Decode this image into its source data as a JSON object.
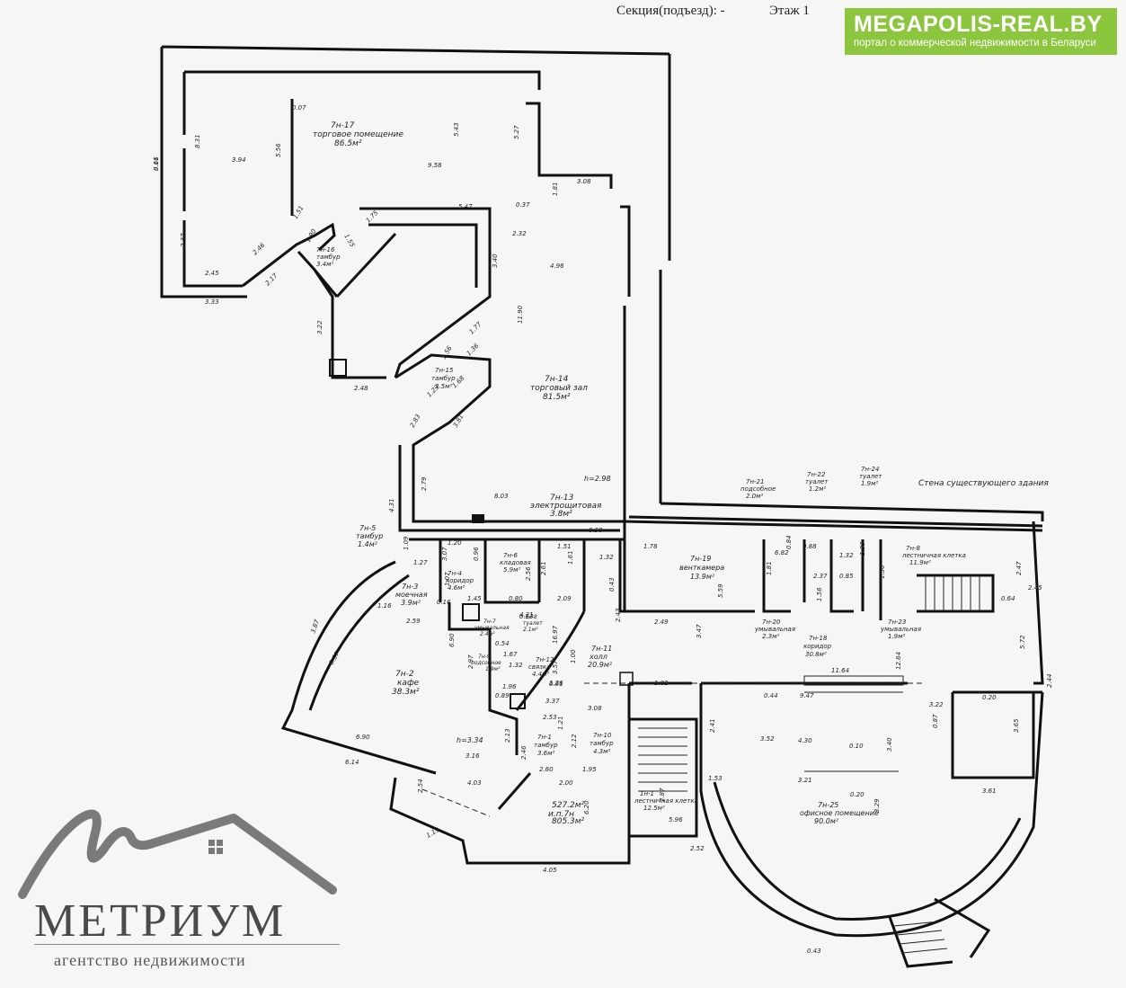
{
  "header": {
    "section": "Секция(подъезд): -",
    "floor": "Этаж 1"
  },
  "badge": {
    "title": "MEGAPOLIS-REAL.BY",
    "subtitle": "портал о коммерческой недвижимости в Беларуси",
    "color": "#8cc63f"
  },
  "logo": {
    "name": "МЕТРИУМ",
    "tagline": "агентство недвижимости"
  },
  "rooms": [
    {
      "id": "7н-17",
      "name": "торговое помещение",
      "area": "86.5м²"
    },
    {
      "id": "7н-16",
      "name": "тамбур",
      "area": "3.4м²"
    },
    {
      "id": "7н-15",
      "name": "тамбур",
      "area": "3.5м²"
    },
    {
      "id": "7н-14",
      "name": "торговый зал",
      "area": "81.5м²"
    },
    {
      "id": "7н-13",
      "name": "электрощитовая",
      "area": "3.8м²"
    },
    {
      "id": "7н-5",
      "name": "тамбур",
      "area": "1.4м²"
    },
    {
      "id": "7н-4",
      "name": "коридор",
      "area": "4.6м²"
    },
    {
      "id": "7н-6",
      "name": "кладовая",
      "area": "5.9м²"
    },
    {
      "id": "7н-3",
      "name": "моечная",
      "area": "3.9м²"
    },
    {
      "id": "7н-7",
      "name": "умывальная",
      "area": "2.4м²"
    },
    {
      "id": "7н-8",
      "name": "туалет",
      "area": "2.1м²"
    },
    {
      "id": "7н-9",
      "name": "подсобное",
      "area": "1.9м²"
    },
    {
      "id": "7н-12",
      "name": "связка",
      "area": "4.4м²"
    },
    {
      "id": "7н-11",
      "name": "холл",
      "area": "20.9м²"
    },
    {
      "id": "7н-2",
      "name": "кафе",
      "area": "38.3м²"
    },
    {
      "id": "7н-1",
      "name": "тамбур",
      "area": "3.6м²"
    },
    {
      "id": "7н-10",
      "name": "тамбур",
      "area": "4.3м²"
    },
    {
      "id": "7н-19",
      "name": "венткамера",
      "area": "13.9м²"
    },
    {
      "id": "7н-21",
      "name": "подсобное",
      "area": "2.0м²"
    },
    {
      "id": "7н-22",
      "name": "туалет",
      "area": "1.2м²"
    },
    {
      "id": "7н-24",
      "name": "туалет",
      "area": "1.9м²"
    },
    {
      "id": "7н-20",
      "name": "умывальная",
      "area": "2.3м²"
    },
    {
      "id": "7н-18",
      "name": "коридор",
      "area": "30.8м²"
    },
    {
      "id": "7н-23",
      "name": "умывальная",
      "area": "1.9м²"
    },
    {
      "id": "7н-8",
      "name": "лестничная клетка",
      "area": "11.9м²"
    },
    {
      "id": "7н-25",
      "name": "офисное помещение",
      "area": "90.0м²"
    },
    {
      "id": "1н-1",
      "name": "лестничная клетка",
      "area": "12.5м²"
    }
  ],
  "notes": {
    "existing_wall": "Стена существующего здания",
    "totals_label": "и.п.7н",
    "total_1": "527.2м²",
    "total_2": "805.3м²",
    "height_1": "h=2.98",
    "height_2": "h=3.34"
  },
  "dimensions": [
    "9.11",
    "8.31",
    "3.94",
    "5.56",
    "0.07",
    "9.58",
    "5.43",
    "5.27",
    "1.81",
    "3.08",
    "5.47",
    "0.37",
    "2.32",
    "2.37",
    "2.45",
    "3.33",
    "2.46",
    "2.17",
    "1.51",
    "1.90",
    "1.55",
    "1.75",
    "4.96",
    "3.40",
    "11.90",
    "3.22",
    "2.48",
    "1.77",
    "1.36",
    "1.56",
    "1.68",
    "1.23",
    "2.83",
    "3.81",
    "4.31",
    "2.79",
    "8.03",
    "0.50",
    "1.32",
    "1.51",
    "1.61",
    "1.09",
    "1.27",
    "1.20",
    "3.07",
    "0.96",
    "2.61",
    "2.56",
    "0.16",
    "1.07",
    "1.45",
    "0.80",
    "2.09",
    "1.16",
    "2.59",
    "4.21",
    "1.78",
    "5.59",
    "0.43",
    "2.49",
    "3.47",
    "2.43",
    "6.82",
    "1.81",
    "0.84",
    "2.37",
    "0.88",
    "1.56",
    "1.32",
    "1.33",
    "0.85",
    "1.30",
    "2.47",
    "2.45",
    "0.64",
    "5.72",
    "2.44",
    "11.64",
    "12.64",
    "0.44",
    "9.47",
    "0.20",
    "3.22",
    "0.87",
    "3.65",
    "3.52",
    "4.30",
    "0.10",
    "3.40",
    "3.21",
    "0.20",
    "3.61",
    "3.29",
    "1.82",
    "2.41",
    "3.87",
    "8.57",
    "6.90",
    "6.14",
    "6.90",
    "2.97",
    "0.89",
    "1.96",
    "3.37",
    "1.00",
    "3.57",
    "3.08",
    "2.53",
    "1.21",
    "2.12",
    "2.13",
    "3.16",
    "2.46",
    "2.60",
    "1.95",
    "2.00",
    "4.03",
    "2.54",
    "1.19",
    "4.05",
    "6.20",
    "2.87",
    "5.96",
    "2.52",
    "1.53",
    "0.43",
    "16.97",
    "0.61",
    "0.13",
    "0.54",
    "1.67",
    "1.32",
    "1.26",
    "0.66"
  ]
}
